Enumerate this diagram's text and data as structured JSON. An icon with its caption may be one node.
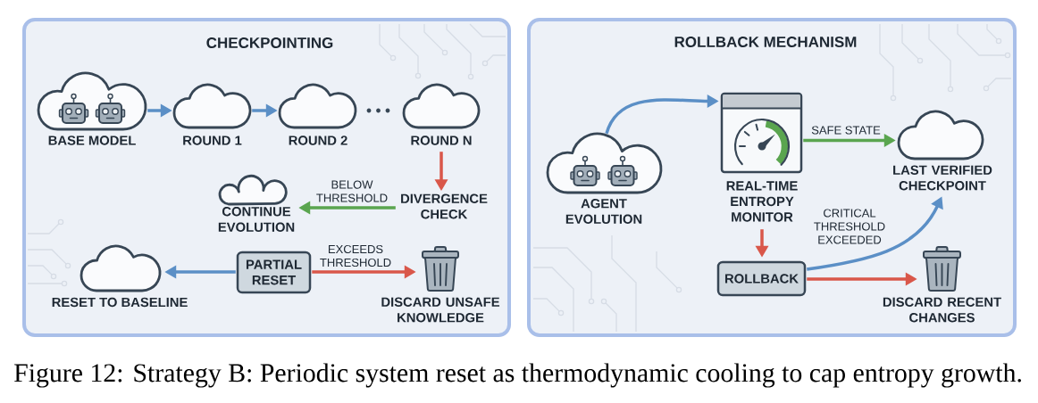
{
  "diagram": {
    "caption": "Figure 12: Strategy B: Periodic system reset as thermodynamic cooling to cap entropy growth.",
    "nodes": [
      {
        "text": [
          "CHECKPOINTING"
        ]
      },
      {
        "text": [
          "BASE MODEL"
        ],
        "in": 0
      },
      {
        "text": [
          "ROUND 1"
        ],
        "in": 0
      },
      {
        "text": [
          "ROUND 2"
        ],
        "in": 0
      },
      {
        "text": [
          "ROUND N"
        ],
        "in": 0
      },
      {
        "text": [
          "DIVERGENCE CHECK"
        ],
        "in": 0
      },
      {
        "text": [
          "CONTINUE EVOLUTION"
        ],
        "in": 0
      },
      {
        "text": [
          "PARTIAL RESET"
        ],
        "in": 0
      },
      {
        "text": [
          "RESET TO BASELINE"
        ],
        "in": 0
      },
      {
        "text": [
          "DISCARD UNSAFE KNOWLEDGE"
        ],
        "in": 0
      },
      {
        "text": [
          "ROLLBACK MECHANISM"
        ]
      },
      {
        "text": [
          "AGENT EVOLUTION"
        ],
        "in": 10
      },
      {
        "text": [
          "REAL-TIME ENTROPY MONITOR"
        ],
        "in": 10
      },
      {
        "text": [
          "LAST VERIFIED CHECKPOINT"
        ],
        "in": 10
      },
      {
        "text": [
          "ROLLBACK"
        ],
        "in": 10
      },
      {
        "text": [
          "DISCARD RECENT CHANGES"
        ],
        "in": 10
      }
    ],
    "edges": [
      {
        "from": 1,
        "to": 2,
        "arrow": "to"
      },
      {
        "from": 2,
        "to": 3,
        "arrow": "to"
      },
      {
        "from": 4,
        "to": 5,
        "arrow": "to",
        "color": "#d9574a"
      },
      {
        "from": 5,
        "to": 6,
        "arrow": "to",
        "label": "BELOW THRESHOLD",
        "color": "#5aa54f"
      },
      {
        "from": 7,
        "to": 8,
        "arrow": "to"
      },
      {
        "from": 7,
        "to": 9,
        "arrow": "to",
        "label": "EXCEEDS THRESHOLD",
        "color": "#d9574a"
      },
      {
        "from": 11,
        "to": 12,
        "arrow": "to"
      },
      {
        "from": 12,
        "to": 13,
        "arrow": "to",
        "label": "SAFE STATE",
        "color": "#5aa54f"
      },
      {
        "from": 12,
        "to": 14,
        "arrow": "to",
        "color": "#d9574a"
      },
      {
        "from": 14,
        "to": 13,
        "arrow": "to",
        "label": "CRITICAL THRESHOLD EXCEEDED"
      },
      {
        "from": 14,
        "to": 15,
        "arrow": "to",
        "color": "#d9574a"
      }
    ]
  }
}
